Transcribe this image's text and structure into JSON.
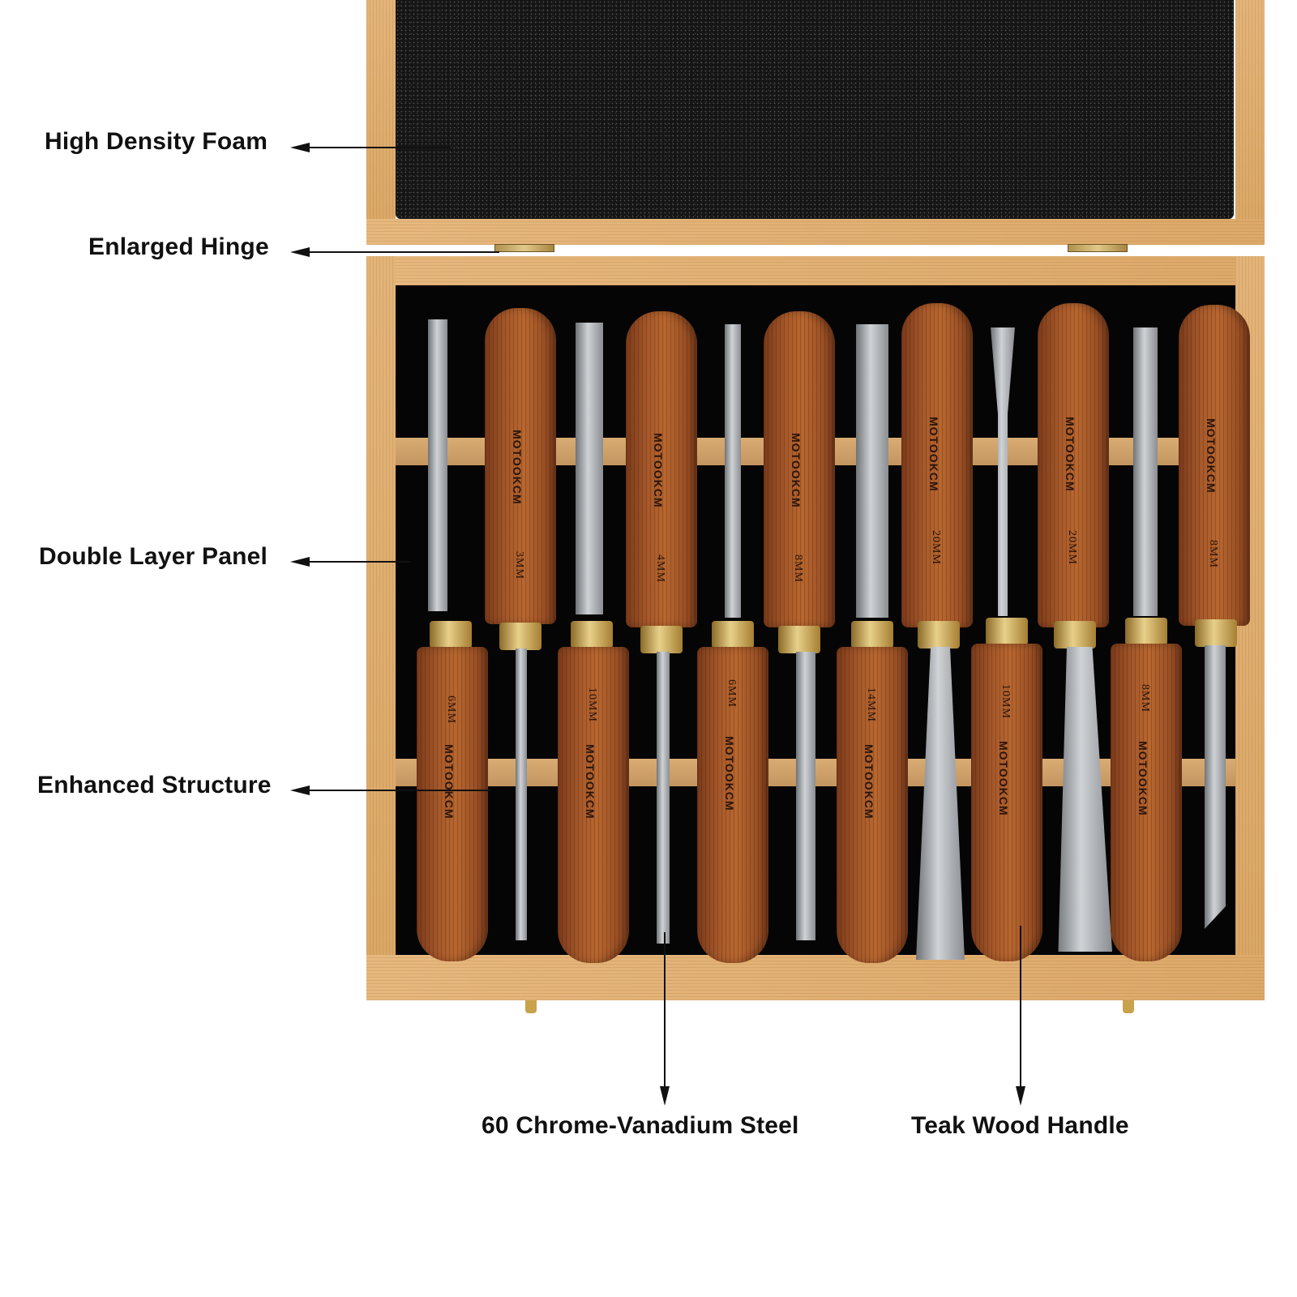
{
  "callouts": {
    "left": [
      {
        "label": "High Density Foam"
      },
      {
        "label": "Enlarged Hinge"
      },
      {
        "label": "Double Layer Panel"
      },
      {
        "label": "Enhanced Structure"
      }
    ],
    "bottom": [
      {
        "label": "60 Chrome-Vanadium Steel"
      },
      {
        "label": "Teak Wood Handle"
      }
    ]
  },
  "product": {
    "brand_mark": "MOTOOKCM",
    "top_row_handle_sizes": [
      "3MM",
      "4MM",
      "8MM",
      "20MM",
      "20MM",
      "8MM"
    ],
    "bottom_row_handle_sizes": [
      "6MM",
      "10MM",
      "6MM",
      "14MM",
      "10MM",
      "8MM"
    ]
  },
  "colors": {
    "label_text": "#111111",
    "box_wood": "#dca96a",
    "foam": "#151515",
    "handle": "#a5582a",
    "ferrule": "#e8d08a"
  }
}
